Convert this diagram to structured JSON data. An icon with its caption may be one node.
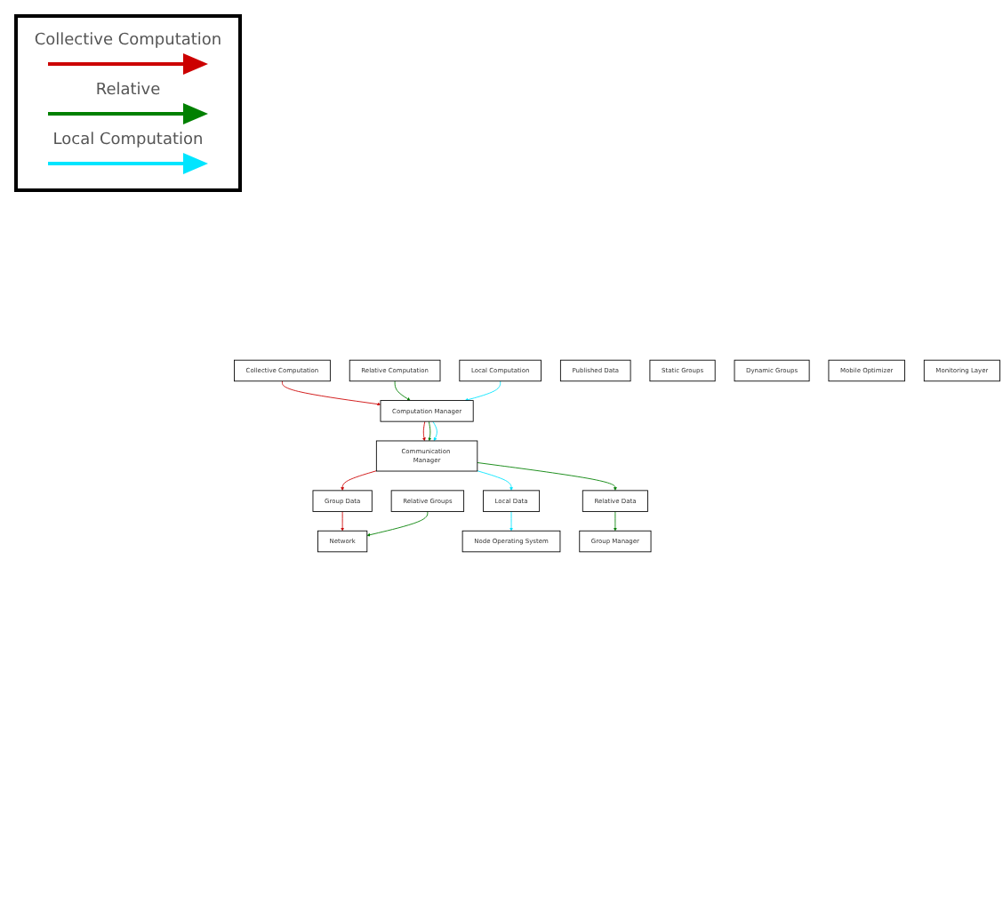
{
  "diagram": {
    "nodes": [
      {
        "text": [
          "Collective Computation"
        ]
      },
      {
        "text": [
          "Relative Computation"
        ]
      },
      {
        "text": [
          "Local Computation"
        ]
      },
      {
        "text": [
          "Computation Manager"
        ]
      },
      {
        "text": [
          "Communication Manager"
        ]
      },
      {
        "text": [
          "Group Data"
        ]
      },
      {
        "text": [
          "Published Data"
        ]
      },
      {
        "text": [
          "Local Data"
        ]
      },
      {
        "text": [
          "Relative Data"
        ]
      },
      {
        "text": [
          "Group Manager"
        ]
      },
      {
        "text": [
          "Static Groups"
        ]
      },
      {
        "text": [
          "Relative Groups"
        ]
      },
      {
        "text": [
          "Dynamic Groups"
        ]
      },
      {
        "text": [
          "Mobile Optimizer"
        ]
      },
      {
        "text": [
          "Monitoring Layer"
        ]
      },
      {
        "text": [
          "Network"
        ]
      },
      {
        "text": [
          "Node Operating System"
        ]
      }
    ],
    "edges": [
      {
        "from": 0,
        "to": 3,
        "arrow": "to",
        "color": "#cc0000"
      },
      {
        "from": 1,
        "to": 3,
        "arrow": "to",
        "color": "#008000"
      },
      {
        "from": 2,
        "to": 3,
        "arrow": "to",
        "color": "#00e5ff"
      },
      {
        "from": 3,
        "to": 4,
        "arrow": "to",
        "color": "#cc0000"
      },
      {
        "from": 3,
        "to": 4,
        "arrow": "to",
        "color": "#008000"
      },
      {
        "from": 3,
        "to": 4,
        "arrow": "to",
        "color": "#00e5ff"
      },
      {
        "from": 4,
        "to": 5,
        "arrow": "to",
        "color": "#cc0000"
      },
      {
        "from": 4,
        "to": 7,
        "arrow": "to",
        "color": "#00e5ff"
      },
      {
        "from": 4,
        "to": 8,
        "arrow": "to",
        "color": "#008000"
      },
      {
        "from": 5,
        "to": 15,
        "arrow": "to",
        "color": "#cc0000"
      },
      {
        "from": 7,
        "to": 16,
        "arrow": "to",
        "color": "#00e5ff"
      },
      {
        "from": 8,
        "to": 9,
        "arrow": "to",
        "color": "#008000"
      },
      {
        "from": 11,
        "to": 15,
        "arrow": "to",
        "color": "#008000"
      }
    ],
    "legend": [
      {
        "text": "Collective Computation"
      },
      {
        "text": "Relative"
      },
      {
        "text": "Local Computation"
      }
    ]
  }
}
